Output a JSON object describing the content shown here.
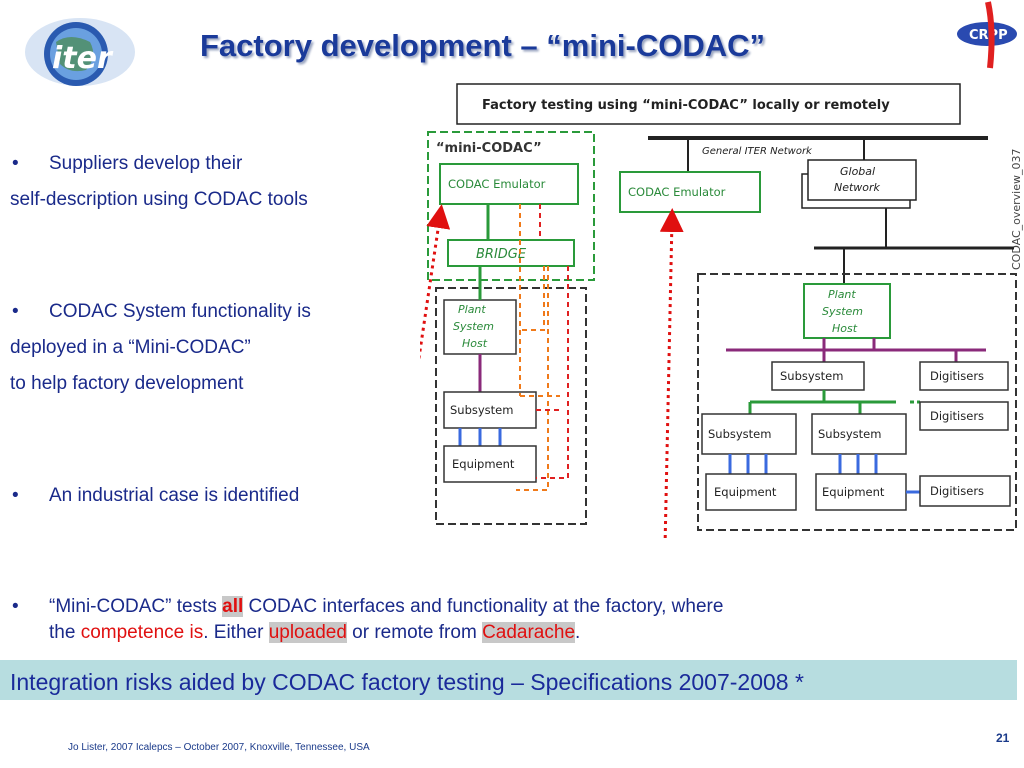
{
  "title": "Factory development – “mini-CODAC”",
  "logo": {
    "text": "iter",
    "crpp": "CRPP"
  },
  "bullets": [
    {
      "line1": "Suppliers develop their",
      "line2": "self-description using CODAC tools"
    },
    {
      "line1": "CODAC System functionality is",
      "line2": "deployed in a “Mini-CODAC”",
      "line3": "to help factory development"
    },
    {
      "line1": "An industrial case is identified"
    },
    {
      "part1": "“Mini-CODAC” tests ",
      "all": "all",
      "part2": " CODAC interfaces and functionality at the factory, where",
      "line2a": "the ",
      "competence": "competence is",
      "line2b": ". Either ",
      "uploaded": "uploaded",
      "line2c": " or remote from ",
      "cadarache": "Cadarache",
      "line2d": "."
    }
  ],
  "bullet_marker": "•",
  "banner": "Integration risks aided by CODAC factory testing – Specifications 2007-2008   *",
  "footer": "Jo Lister, 2007 Icalepcs – October 2007, Knoxville, Tennessee, USA",
  "page_number": "21",
  "diagram": {
    "header": "Factory testing using “mini-CODAC” locally or remotely",
    "side_label": "CODAC_overview_037",
    "mini_codac_label": "“mini-CODAC”",
    "codac_emulator_left": "CODAC Emulator",
    "codac_emulator_right": "CODAC Emulator",
    "bridge": "BRIDGE",
    "general_network": "General ITER Network",
    "global_network": [
      "Global",
      "Network"
    ],
    "psh_left": [
      "Plant",
      "System",
      "Host"
    ],
    "psh_right": [
      "Plant",
      "System",
      "Host"
    ],
    "subsystem": "Subsystem",
    "equipment": "Equipment",
    "digitisers": "Digitisers"
  },
  "colors": {
    "title": "#1a3a9a",
    "text": "#1a2a8a",
    "accent_red": "#e01010",
    "banner_bg": "#b7dde0",
    "green": "#2a9a3a",
    "purple": "#8a2a7a",
    "blue": "#3a6adf",
    "orange": "#f07a1a"
  }
}
